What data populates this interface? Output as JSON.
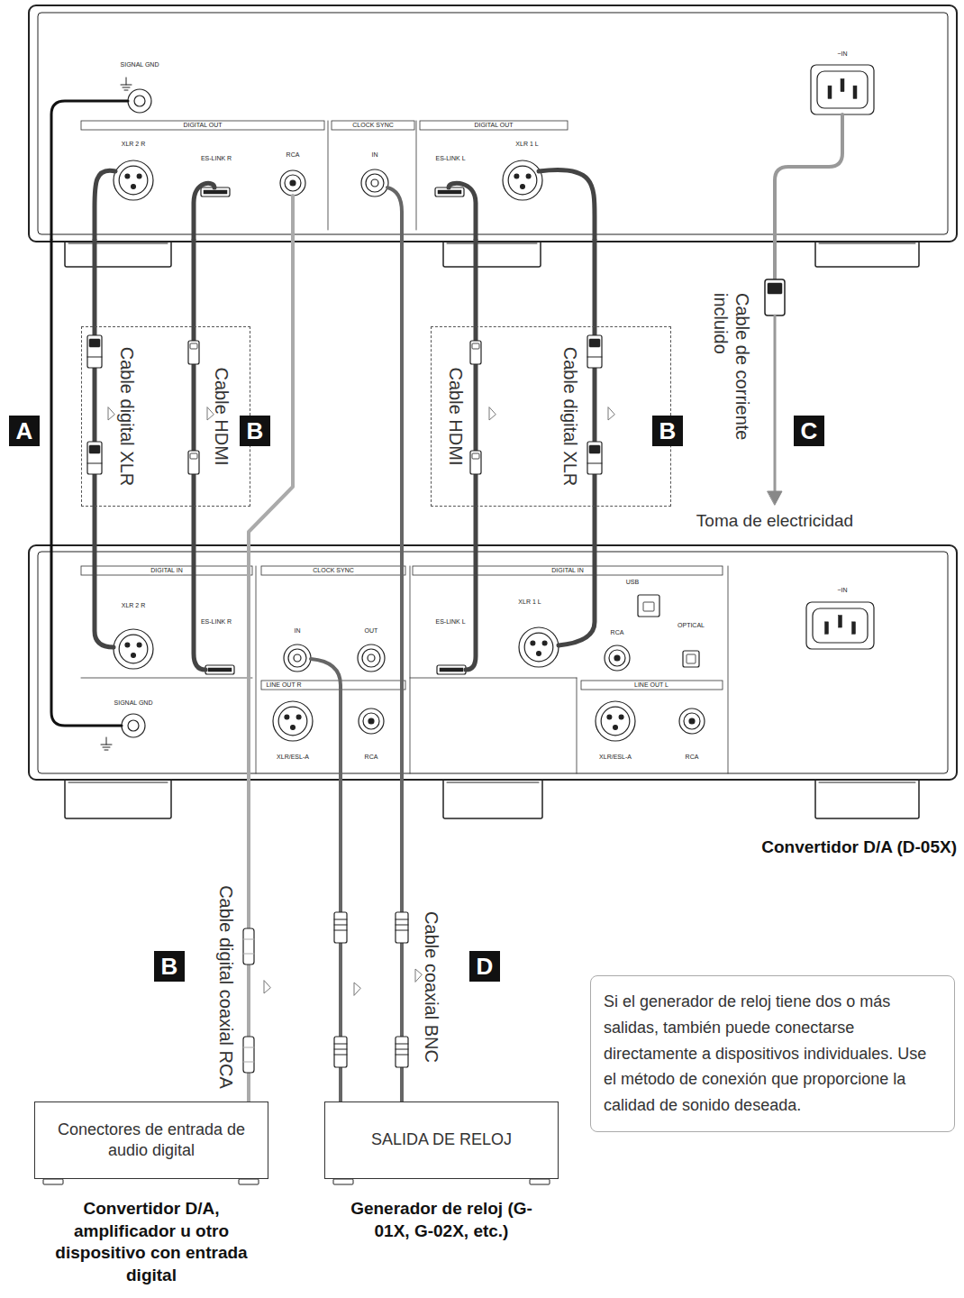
{
  "diagram": {
    "nodes": [
      {
        "text": [
          "SIGNAL GND",
          "DIGITAL OUT",
          "XLR 2 R",
          "ES-LINK R",
          "RCA",
          "CLOCK SYNC",
          "IN",
          "DIGITAL OUT",
          "ES-LINK L",
          "XLR 1 L",
          "~IN"
        ]
      },
      {
        "text": [
          "Cable digital XLR",
          "Cable HDMI"
        ]
      },
      {
        "text": [
          "Cable HDMI",
          "Cable digital XLR"
        ]
      },
      {
        "text": [
          "DIGITAL IN",
          "XLR 2 R",
          "ES-LINK R",
          "CLOCK SYNC",
          "IN",
          "OUT",
          "DIGITAL IN",
          "ES-LINK L",
          "XLR 1 L",
          "USB",
          "RCA",
          "OPTICAL",
          "~IN",
          "SIGNAL GND",
          "LINE OUT R",
          "XLR/ESL-A",
          "RCA",
          "LINE OUT L",
          "XLR/ESL-A",
          "RCA",
          "Convertidor D/A (D-05X)"
        ]
      },
      {
        "text": [
          "Conectores de entrada de audio digital",
          "Convertidor D/A, amplificador u otro dispositivo con entrada digital"
        ]
      },
      {
        "text": [
          "SALIDA DE RELOJ",
          "Generador de reloj (G-01X, G-02X, etc.)"
        ]
      },
      {
        "text": [
          "Si el generador de reloj tiene dos o más salidas, también puede conectarse directamente a dispositivos individuales. Use el método de conexión que proporcione la calidad de sonido deseada."
        ]
      }
    ],
    "edges": [
      {
        "from": 0,
        "to": 3,
        "arrow": "none"
      },
      {
        "from": 0,
        "to": 3,
        "arrow": "none"
      },
      {
        "from": 0,
        "to": 3,
        "arrow": "none"
      },
      {
        "from": 0,
        "to": 3,
        "arrow": "none"
      },
      {
        "from": 0,
        "to": 3,
        "arrow": "none"
      },
      {
        "from": 0,
        "to": 4,
        "arrow": "none"
      },
      {
        "from": 5,
        "to": 0,
        "arrow": "none"
      },
      {
        "from": 5,
        "to": 3,
        "arrow": "none"
      }
    ],
    "labels": [
      "A",
      "B",
      "B",
      "C",
      "Cable de corriente incluido",
      "Toma de electricidad",
      "Cable digital coaxial RCA",
      "B",
      "Cable coaxial BNC",
      "D"
    ]
  }
}
